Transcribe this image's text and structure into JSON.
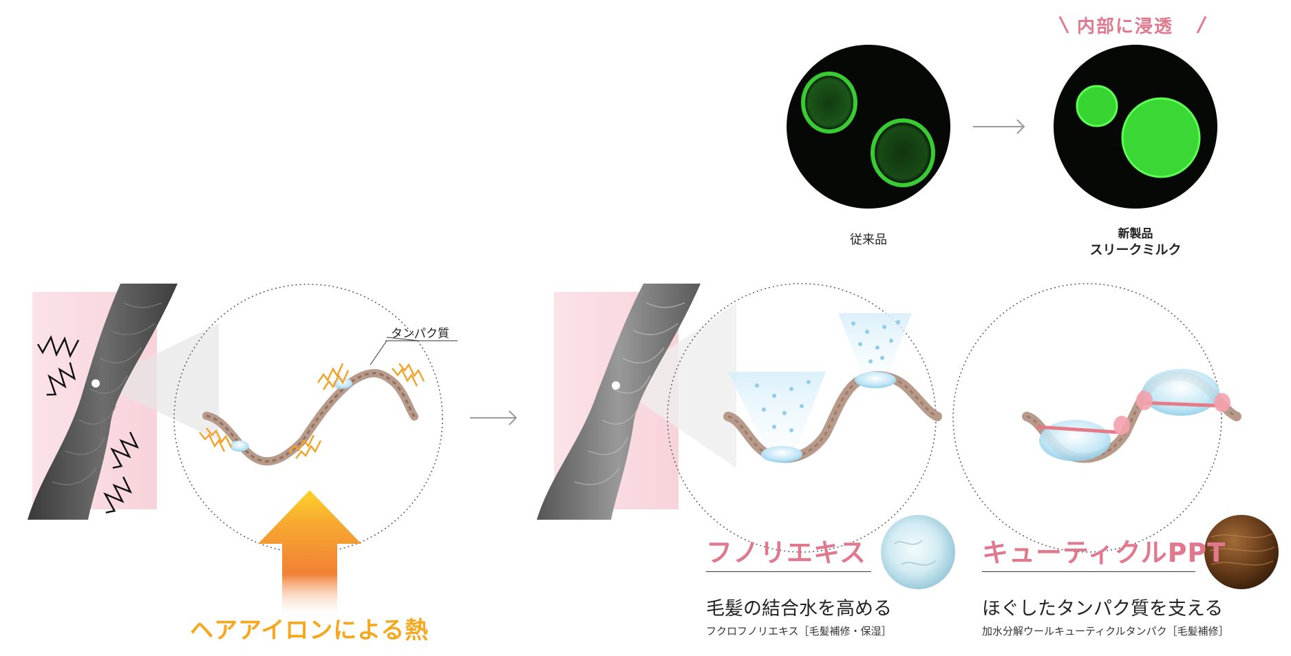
{
  "top": {
    "penetrate_label": "内部に浸透",
    "left_caption": "従来品",
    "right_caption_new": "新製品",
    "right_caption_name": "スリークミルク"
  },
  "left_panel": {
    "protein_label": "タンパク質",
    "heat_label": "ヘアアイロンによる熱"
  },
  "features": [
    {
      "title": "フノリエキス",
      "main": "毛髪の結合水を高める",
      "sub": "フクロフノリエキス［毛髪補修・保湿］"
    },
    {
      "title": "キューティクルPPT",
      "main": "ほぐしたタンパク質を支える",
      "sub": "加水分解ウールキューティクルタンパク［毛髪補修］"
    }
  ],
  "colors": {
    "accent_pink": "#e0788e",
    "heat_orange": "#f5a71e",
    "protein_brown": "#b89a8a",
    "fluorescent_green": "#3fe03a"
  },
  "icons": [
    "arrow-right-icon",
    "heat-arrow-icon",
    "zigzag-icon",
    "water-drop-icon"
  ]
}
